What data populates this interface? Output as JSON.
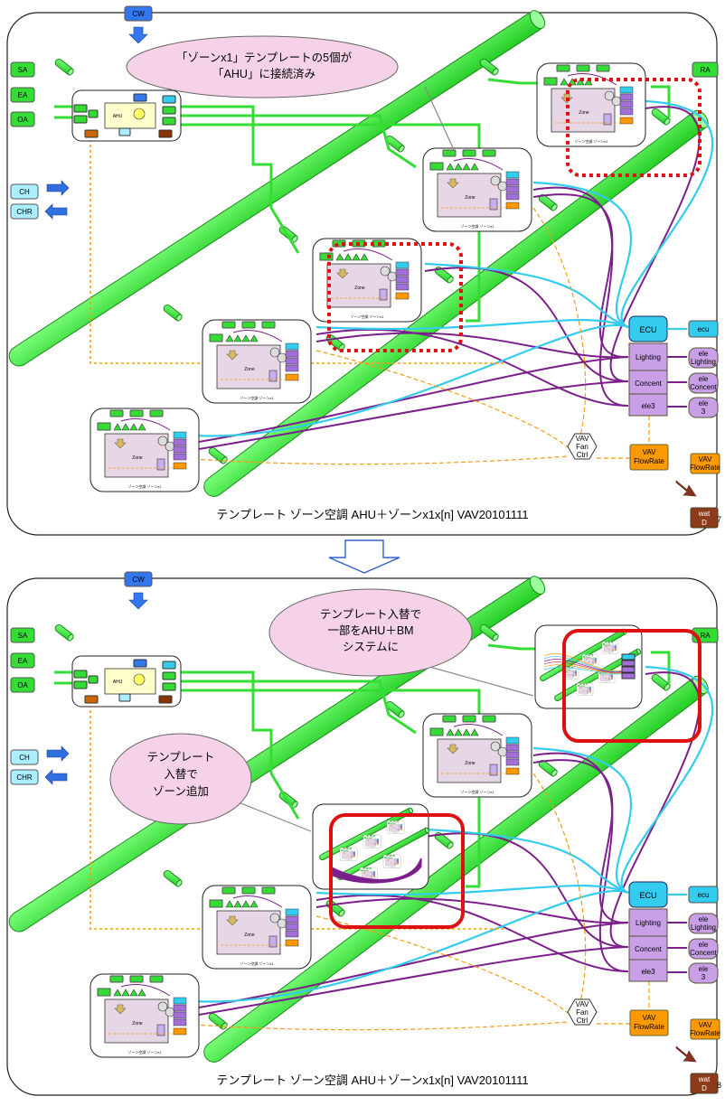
{
  "panels": [
    {
      "port_cw": "CW",
      "port_sa": "SA",
      "port_ea": "EA",
      "port_oa": "OA",
      "port_ra": "RA",
      "port_ch": "CH",
      "port_chr": "CHR",
      "ecu": "ECU",
      "ecu_out": "ecu",
      "lighting": "Lighting",
      "concent": "Concent",
      "ele3": "ele3",
      "ele_lighting": [
        "ele",
        "Lighting"
      ],
      "ele_concent": [
        "ele",
        "Concent"
      ],
      "ele_3": [
        "ele",
        "3"
      ],
      "vav_fan": [
        "VAV",
        "Fan",
        "Ctrl"
      ],
      "vav_flow": [
        "VAV",
        "FlowRate"
      ],
      "vav_flow_out": [
        "VAV",
        "FlowRate"
      ],
      "wat": [
        "wat",
        "D"
      ],
      "title": "テンプレート ゾーン空調 AHU＋ゾーンx1x[n] VAV20101111",
      "page": "7",
      "callout": [
        "「ゾーンx1」テンプレートの5個が",
        "「AHU」に接続済み"
      ]
    },
    {
      "port_cw": "CW",
      "port_sa": "SA",
      "port_ea": "EA",
      "port_oa": "OA",
      "port_ra": "RA",
      "port_ch": "CH",
      "port_chr": "CHR",
      "ecu": "ECU",
      "ecu_out": "ecu",
      "lighting": "Lighting",
      "concent": "Concent",
      "ele3": "ele3",
      "ele_lighting": [
        "ele",
        "Lighting"
      ],
      "ele_concent": [
        "ele",
        "Concent"
      ],
      "ele_3": [
        "ele",
        "3"
      ],
      "vav_fan": [
        "VAV",
        "Fan",
        "Ctrl"
      ],
      "vav_flow": [
        "VAV",
        "FlowRate"
      ],
      "vav_flow_out": [
        "VAV",
        "FlowRate"
      ],
      "wat": [
        "wat",
        "D"
      ],
      "title": "テンプレート ゾーン空調 AHU＋ゾーンx1x[n] VAV20101111",
      "page": "8",
      "callout": [
        "テンプレート入替で",
        "一部をAHU＋BM",
        "システムに"
      ],
      "callout2": [
        "テンプレート",
        "入替で",
        "ゾーン追加"
      ]
    }
  ],
  "ahu_label": "AHU",
  "zone_label": "Zone",
  "zone_caption": "ゾーン空調 ゾーンx1",
  "colors": {
    "pipe": "#39e639",
    "port_green": "#33dd33",
    "port_blue": "#3377ee",
    "port_cyan": "#aaeeff",
    "purple": "#c9a0e8",
    "cyan_box": "#33ccee",
    "orange": "#ff9900",
    "red": "#dd1111"
  }
}
